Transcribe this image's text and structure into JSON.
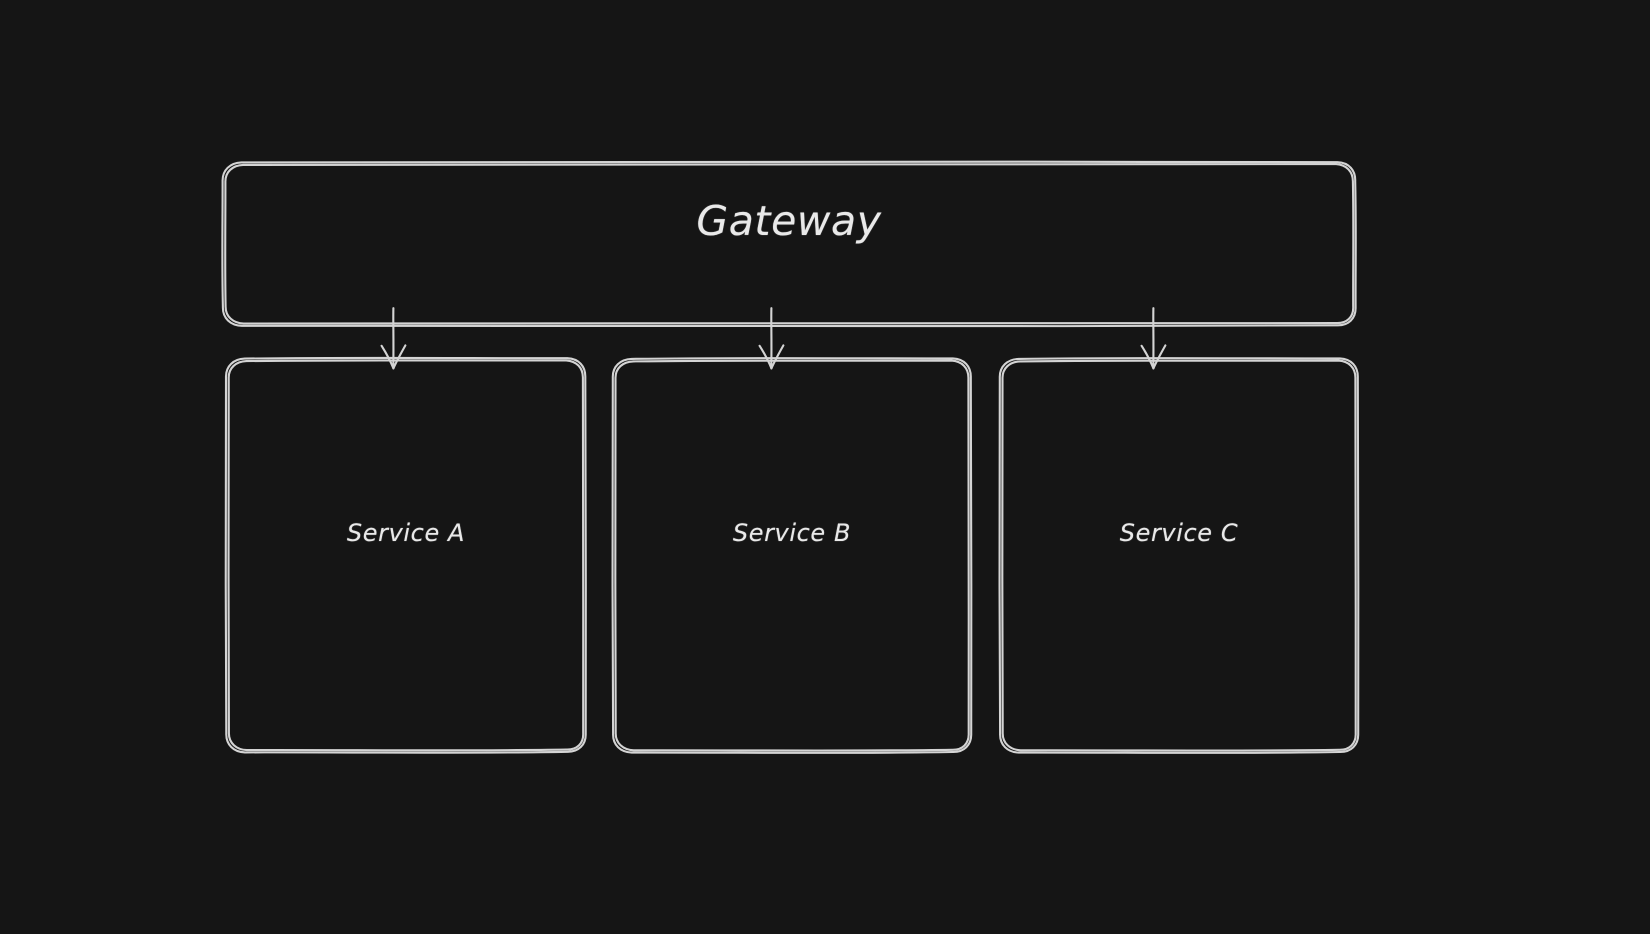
{
  "diagram": {
    "type": "flowchart",
    "direction": "top-down",
    "background_color": "#151515",
    "stroke_color": "#e3e3e3",
    "text_color": "#e9e9e9",
    "style": "hand-drawn",
    "container": {
      "id": "gateway",
      "label": "Gateway",
      "shape": "rounded-rectangle"
    },
    "nodes": [
      {
        "id": "service-a",
        "label": "Service A",
        "shape": "rounded-rectangle"
      },
      {
        "id": "service-b",
        "label": "Service B",
        "shape": "rounded-rectangle"
      },
      {
        "id": "service-c",
        "label": "Service C",
        "shape": "rounded-rectangle"
      }
    ],
    "edges": [
      {
        "from": "gateway",
        "to": "service-a",
        "arrowhead": "open-v",
        "label": ""
      },
      {
        "from": "gateway",
        "to": "service-b",
        "arrowhead": "open-v",
        "label": ""
      },
      {
        "from": "gateway",
        "to": "service-c",
        "arrowhead": "open-v",
        "label": ""
      }
    ]
  }
}
